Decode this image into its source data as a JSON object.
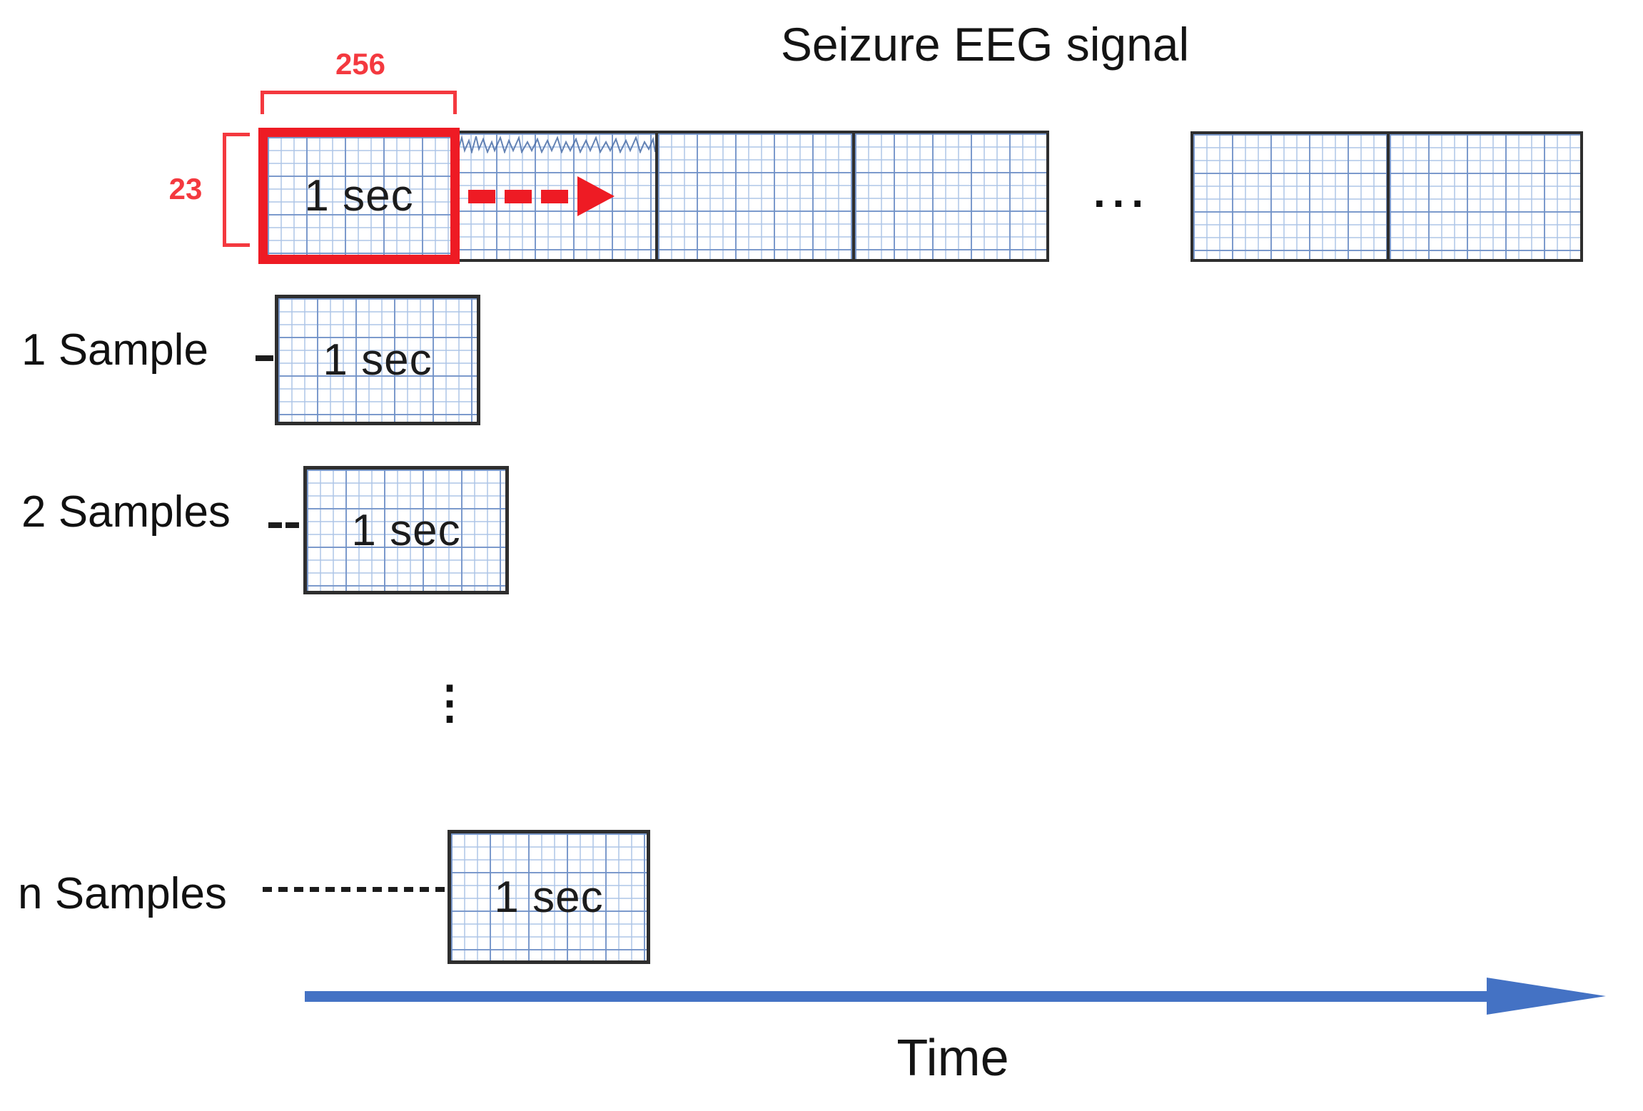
{
  "figure": {
    "title": "Seizure EEG signal",
    "time_label": "Time",
    "window_label": "1 sec",
    "h_ellipsis": "...",
    "v_ellipsis": "⋮",
    "annotations": {
      "samples_per_window": "256",
      "channels": "23"
    },
    "rows": [
      {
        "label": "1 Sample"
      },
      {
        "label": "2 Samples"
      },
      {
        "label": "n Samples"
      }
    ],
    "colors": {
      "red": "#ee1b24",
      "red_annotation": "#f4393f",
      "blue": "#4472c4",
      "box_border": "#2e2e2e",
      "grid_major": "#7090c6",
      "grid_minor": "#aec5e7",
      "text": "#141414"
    }
  }
}
